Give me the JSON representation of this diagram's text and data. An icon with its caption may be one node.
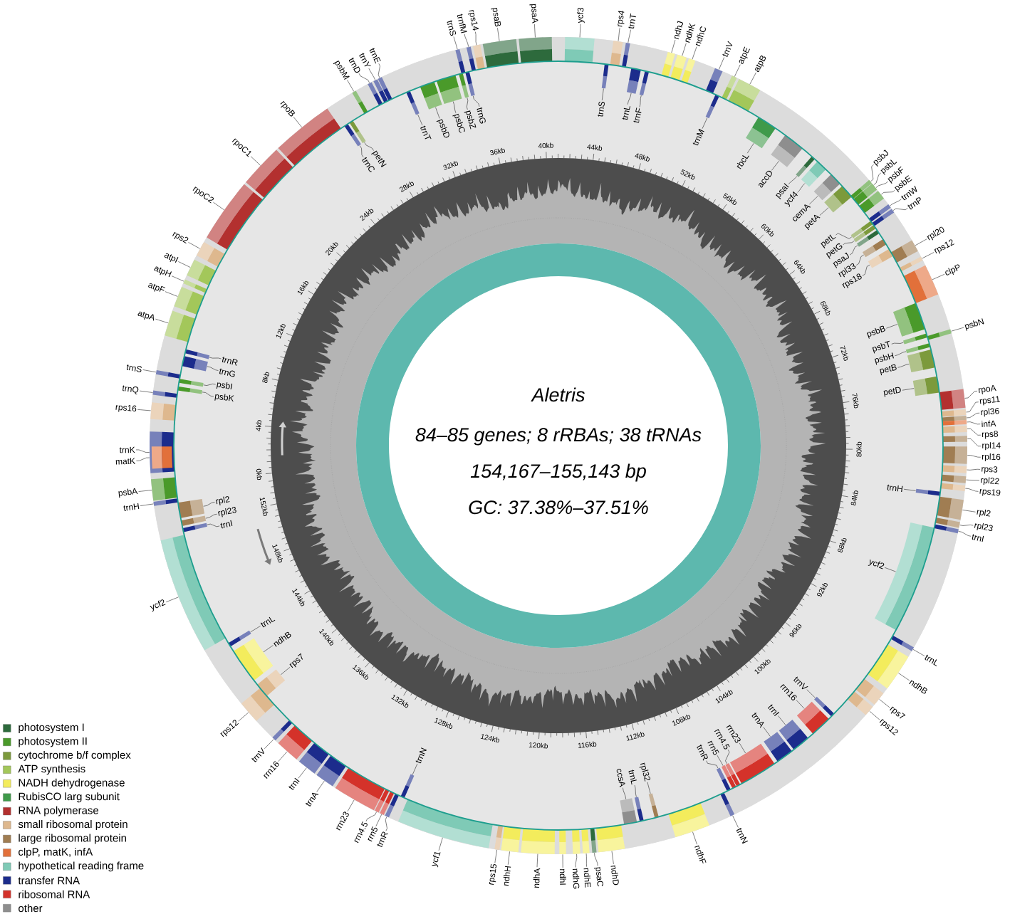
{
  "diagram": {
    "nodes": [
      {
        "text": [
          "psbA"
        ]
      },
      {
        "text": [],
        "shape": "bar"
      },
      {
        "text": [
          "trnK"
        ]
      },
      {
        "text": [],
        "shape": "bar"
      },
      {
        "text": [
          "matK"
        ]
      },
      {
        "text": [],
        "shape": "bar",
        "in": 3
      },
      {
        "text": [
          "rps16"
        ]
      },
      {
        "text": [],
        "shape": "bar"
      },
      {
        "text": [
          "trnQ"
        ]
      },
      {
        "text": [],
        "shape": "bar"
      },
      {
        "text": [
          "psbK"
        ]
      },
      {
        "text": [],
        "shape": "bar"
      },
      {
        "text": [
          "psbI"
        ]
      },
      {
        "text": [],
        "shape": "bar"
      },
      {
        "text": [
          "trnS"
        ]
      },
      {
        "text": [],
        "shape": "bar"
      },
      {
        "text": [
          "trnG"
        ]
      },
      {
        "text": [],
        "shape": "bar"
      },
      {
        "text": [
          "trnR"
        ]
      },
      {
        "text": [],
        "shape": "bar"
      },
      {
        "text": [
          "atpA"
        ]
      },
      {
        "text": [],
        "shape": "bar"
      },
      {
        "text": [
          "atpF"
        ]
      },
      {
        "text": [],
        "shape": "bar"
      },
      {
        "text": [
          "atpH"
        ]
      },
      {
        "text": [],
        "shape": "bar"
      },
      {
        "text": [
          "atpI"
        ]
      },
      {
        "text": [],
        "shape": "bar"
      },
      {
        "text": [
          "rps2"
        ]
      },
      {
        "text": [],
        "shape": "bar"
      },
      {
        "text": [
          "rpoC2"
        ]
      },
      {
        "text": [],
        "shape": "bar"
      },
      {
        "text": [
          "rpoC1"
        ]
      },
      {
        "text": [],
        "shape": "bar"
      },
      {
        "text": [
          "rpoB"
        ]
      },
      {
        "text": [],
        "shape": "bar"
      },
      {
        "text": [
          "trnC"
        ]
      },
      {
        "text": [],
        "shape": "bar"
      },
      {
        "text": [
          "petN"
        ]
      },
      {
        "text": [],
        "shape": "bar"
      },
      {
        "text": [
          "psbM"
        ]
      },
      {
        "text": [],
        "shape": "bar"
      },
      {
        "text": [
          "trnD"
        ]
      },
      {
        "text": [],
        "shape": "bar"
      },
      {
        "text": [
          "trnY"
        ]
      },
      {
        "text": [],
        "shape": "bar"
      },
      {
        "text": [
          "trnE"
        ]
      },
      {
        "text": [],
        "shape": "bar"
      },
      {
        "text": [
          "trnT"
        ]
      },
      {
        "text": [],
        "shape": "bar"
      },
      {
        "text": [
          "psbD"
        ]
      },
      {
        "text": [],
        "shape": "bar"
      },
      {
        "text": [
          "psbC"
        ]
      },
      {
        "text": [],
        "shape": "bar"
      },
      {
        "text": [
          "psbZ"
        ]
      },
      {
        "text": [],
        "shape": "bar"
      },
      {
        "text": [
          "trnS"
        ]
      },
      {
        "text": [],
        "shape": "bar"
      },
      {
        "text": [
          "trnG"
        ]
      },
      {
        "text": [],
        "shape": "bar"
      },
      {
        "text": [
          "trnfM"
        ]
      },
      {
        "text": [],
        "shape": "bar"
      },
      {
        "text": [
          "rps14"
        ]
      },
      {
        "text": [],
        "shape": "bar"
      },
      {
        "text": [
          "psaB"
        ]
      },
      {
        "text": [],
        "shape": "bar"
      },
      {
        "text": [
          "psaA"
        ]
      },
      {
        "text": [],
        "shape": "bar"
      },
      {
        "text": [
          "ycf3"
        ]
      },
      {
        "text": [],
        "shape": "bar"
      },
      {
        "text": [
          "trnS"
        ]
      },
      {
        "text": [],
        "shape": "bar"
      },
      {
        "text": [
          "rps4"
        ]
      },
      {
        "text": [],
        "shape": "bar"
      },
      {
        "text": [
          "trnT"
        ]
      },
      {
        "text": [],
        "shape": "bar"
      },
      {
        "text": [
          "trnL"
        ]
      },
      {
        "text": [],
        "shape": "bar"
      },
      {
        "text": [
          "trnF"
        ]
      },
      {
        "text": [],
        "shape": "bar"
      },
      {
        "text": [
          "ndhJ"
        ]
      },
      {
        "text": [],
        "shape": "bar"
      },
      {
        "text": [
          "ndhK"
        ]
      },
      {
        "text": [],
        "shape": "bar"
      },
      {
        "text": [
          "ndhC"
        ]
      },
      {
        "text": [],
        "shape": "bar"
      },
      {
        "text": [
          "trnV"
        ]
      },
      {
        "text": [],
        "shape": "bar"
      },
      {
        "text": [
          "trnM"
        ]
      },
      {
        "text": [],
        "shape": "bar"
      },
      {
        "text": [
          "atpE"
        ]
      },
      {
        "text": [],
        "shape": "bar"
      },
      {
        "text": [
          "atpB"
        ]
      },
      {
        "text": [],
        "shape": "bar"
      },
      {
        "text": [
          "rbcL"
        ]
      },
      {
        "text": [],
        "shape": "bar"
      },
      {
        "text": [
          "accD"
        ]
      },
      {
        "text": [],
        "shape": "bar"
      },
      {
        "text": [
          "psaI"
        ]
      },
      {
        "text": [],
        "shape": "bar"
      },
      {
        "text": [
          "ycf4"
        ]
      },
      {
        "text": [],
        "shape": "bar"
      },
      {
        "text": [
          "cemA"
        ]
      },
      {
        "text": [],
        "shape": "bar"
      },
      {
        "text": [
          "petA"
        ]
      },
      {
        "text": [],
        "shape": "bar"
      },
      {
        "text": [
          "psbJ"
        ]
      },
      {
        "text": [],
        "shape": "bar"
      },
      {
        "text": [
          "psbL"
        ]
      },
      {
        "text": [],
        "shape": "bar"
      },
      {
        "text": [
          "psbF"
        ]
      },
      {
        "text": [],
        "shape": "bar"
      },
      {
        "text": [
          "psbE"
        ]
      },
      {
        "text": [],
        "shape": "bar"
      },
      {
        "text": [
          "trnW"
        ]
      },
      {
        "text": [],
        "shape": "bar"
      },
      {
        "text": [
          "petL"
        ]
      },
      {
        "text": [],
        "shape": "bar"
      },
      {
        "text": [
          "trnP"
        ]
      },
      {
        "text": [],
        "shape": "bar"
      },
      {
        "text": [
          "petG"
        ]
      },
      {
        "text": [],
        "shape": "bar"
      },
      {
        "text": [
          "psaJ"
        ]
      },
      {
        "text": [],
        "shape": "bar"
      },
      {
        "text": [
          "rpl33"
        ]
      },
      {
        "text": [],
        "shape": "bar"
      },
      {
        "text": [
          "rps18"
        ]
      },
      {
        "text": [],
        "shape": "bar"
      },
      {
        "text": [
          "rpl20"
        ]
      },
      {
        "text": [],
        "shape": "bar"
      },
      {
        "text": [
          "rps12"
        ]
      },
      {
        "text": [],
        "shape": "bar"
      },
      {
        "text": [
          "clpP"
        ]
      },
      {
        "text": [],
        "shape": "bar"
      },
      {
        "text": [
          "psbB"
        ]
      },
      {
        "text": [],
        "shape": "bar"
      },
      {
        "text": [
          "psbT"
        ]
      },
      {
        "text": [],
        "shape": "bar"
      },
      {
        "text": [
          "psbN"
        ]
      },
      {
        "text": [],
        "shape": "bar"
      },
      {
        "text": [
          "psbH"
        ]
      },
      {
        "text": [],
        "shape": "bar"
      },
      {
        "text": [
          "petB"
        ]
      },
      {
        "text": [],
        "shape": "bar"
      },
      {
        "text": [
          "petD"
        ]
      },
      {
        "text": [],
        "shape": "bar"
      },
      {
        "text": [
          "rpoA"
        ]
      },
      {
        "text": [],
        "shape": "bar"
      },
      {
        "text": [
          "rps11"
        ]
      },
      {
        "text": [],
        "shape": "bar"
      },
      {
        "text": [
          "rpl36"
        ]
      },
      {
        "text": [],
        "shape": "bar"
      },
      {
        "text": [
          "infA"
        ]
      },
      {
        "text": [],
        "shape": "bar"
      },
      {
        "text": [
          "rps8"
        ]
      },
      {
        "text": [],
        "shape": "bar"
      },
      {
        "text": [
          "rpl14"
        ]
      },
      {
        "text": [],
        "shape": "bar"
      },
      {
        "text": [
          "rpl16"
        ]
      },
      {
        "text": [],
        "shape": "bar"
      },
      {
        "text": [
          "rps3"
        ]
      },
      {
        "text": [],
        "shape": "bar"
      },
      {
        "text": [
          "rpl22"
        ]
      },
      {
        "text": [],
        "shape": "bar"
      },
      {
        "text": [
          "rps19"
        ]
      },
      {
        "text": [],
        "shape": "bar"
      },
      {
        "text": [
          "trnH"
        ]
      },
      {
        "text": [],
        "shape": "bar"
      },
      {
        "text": [
          "rpl2"
        ]
      },
      {
        "text": [],
        "shape": "bar"
      },
      {
        "text": [
          "rpl23"
        ]
      },
      {
        "text": [],
        "shape": "bar"
      },
      {
        "text": [
          "trnI"
        ]
      },
      {
        "text": [],
        "shape": "bar"
      },
      {
        "text": [
          "ycf2"
        ]
      },
      {
        "text": [],
        "shape": "bar"
      },
      {
        "text": [
          "trnL"
        ]
      },
      {
        "text": [],
        "shape": "bar"
      },
      {
        "text": [
          "ndhB"
        ]
      },
      {
        "text": [],
        "shape": "bar"
      },
      {
        "text": [
          "rps7"
        ]
      },
      {
        "text": [],
        "shape": "bar"
      },
      {
        "text": [
          "rps12"
        ]
      },
      {
        "text": [],
        "shape": "bar"
      },
      {
        "text": [
          "trnV"
        ]
      },
      {
        "text": [],
        "shape": "bar"
      },
      {
        "text": [
          "rrn16"
        ]
      },
      {
        "text": [],
        "shape": "bar"
      },
      {
        "text": [
          "trnI"
        ]
      },
      {
        "text": [],
        "shape": "bar"
      },
      {
        "text": [
          "trnA"
        ]
      },
      {
        "text": [],
        "shape": "bar"
      },
      {
        "text": [
          "rrn23"
        ]
      },
      {
        "text": [],
        "shape": "bar"
      },
      {
        "text": [
          "rrn4.5"
        ]
      },
      {
        "text": [],
        "shape": "bar"
      },
      {
        "text": [
          "rrn5"
        ]
      },
      {
        "text": [],
        "shape": "bar"
      },
      {
        "text": [
          "trnR"
        ]
      },
      {
        "text": [],
        "shape": "bar"
      },
      {
        "text": [
          "trnN"
        ]
      },
      {
        "text": [],
        "shape": "bar"
      },
      {
        "text": [
          "ndhF"
        ]
      },
      {
        "text": [],
        "shape": "bar"
      },
      {
        "text": [
          "rpl32"
        ]
      },
      {
        "text": [],
        "shape": "bar"
      },
      {
        "text": [
          "trnL"
        ]
      },
      {
        "text": [],
        "shape": "bar"
      },
      {
        "text": [
          "ccsA"
        ]
      },
      {
        "text": [],
        "shape": "bar"
      },
      {
        "text": [
          "ndhD"
        ]
      },
      {
        "text": [],
        "shape": "bar"
      },
      {
        "text": [
          "psaC"
        ]
      },
      {
        "text": [],
        "shape": "bar"
      },
      {
        "text": [
          "ndhE"
        ]
      },
      {
        "text": [],
        "shape": "bar"
      },
      {
        "text": [
          "ndhG"
        ]
      },
      {
        "text": [],
        "shape": "bar"
      },
      {
        "text": [
          "ndhI"
        ]
      },
      {
        "text": [],
        "shape": "bar"
      },
      {
        "text": [
          "ndhA"
        ]
      },
      {
        "text": [],
        "shape": "bar"
      },
      {
        "text": [
          "ndhH"
        ]
      },
      {
        "text": [],
        "shape": "bar"
      },
      {
        "text": [
          "rps15"
        ]
      },
      {
        "text": [],
        "shape": "bar"
      },
      {
        "text": [
          "ycf1"
        ]
      },
      {
        "text": [],
        "shape": "bar"
      },
      {
        "text": [
          "trnN"
        ]
      },
      {
        "text": [],
        "shape": "bar"
      },
      {
        "text": [
          "trnR"
        ]
      },
      {
        "text": [],
        "shape": "bar"
      },
      {
        "text": [
          "rrn5"
        ]
      },
      {
        "text": [],
        "shape": "bar"
      },
      {
        "text": [
          "rrn4.5"
        ]
      },
      {
        "text": [],
        "shape": "bar"
      },
      {
        "text": [
          "rrn23"
        ]
      },
      {
        "text": [],
        "shape": "bar"
      },
      {
        "text": [
          "trnA"
        ]
      },
      {
        "text": [],
        "shape": "bar"
      },
      {
        "text": [
          "trnI"
        ]
      },
      {
        "text": [],
        "shape": "bar"
      },
      {
        "text": [
          "rrn16"
        ]
      },
      {
        "text": [],
        "shape": "bar"
      },
      {
        "text": [
          "trnV"
        ]
      },
      {
        "text": [],
        "shape": "bar"
      },
      {
        "text": [
          "rps12"
        ]
      },
      {
        "text": [],
        "shape": "bar"
      },
      {
        "text": [
          "rps7"
        ]
      },
      {
        "text": [],
        "shape": "bar"
      },
      {
        "text": [
          "ndhB"
        ]
      },
      {
        "text": [],
        "shape": "bar"
      },
      {
        "text": [
          "trnL"
        ]
      },
      {
        "text": [],
        "shape": "bar"
      },
      {
        "text": [
          "ycf2"
        ]
      },
      {
        "text": [],
        "shape": "bar"
      },
      {
        "text": [
          "trnI"
        ]
      },
      {
        "text": [],
        "shape": "bar"
      },
      {
        "text": [
          "rpl23"
        ]
      },
      {
        "text": [],
        "shape": "bar"
      },
      {
        "text": [
          "rpl2"
        ]
      },
      {
        "text": [],
        "shape": "bar"
      },
      {
        "text": [
          "trnH"
        ]
      },
      {
        "text": [],
        "shape": "bar"
      }
    ],
    "edges": [
      {
        "from": 0,
        "to": 1,
        "arrow": "none"
      },
      {
        "from": 2,
        "to": 3,
        "arrow": "none"
      },
      {
        "from": 4,
        "to": 5,
        "arrow": "none"
      },
      {
        "from": 6,
        "to": 7,
        "arrow": "none"
      },
      {
        "from": 8,
        "to": 9,
        "arrow": "none"
      },
      {
        "from": 10,
        "to": 11,
        "arrow": "none"
      },
      {
        "from": 12,
        "to": 13,
        "arrow": "none"
      },
      {
        "from": 14,
        "to": 15,
        "arrow": "none"
      },
      {
        "from": 16,
        "to": 17,
        "arrow": "none"
      },
      {
        "from": 18,
        "to": 19,
        "arrow": "none"
      },
      {
        "from": 20,
        "to": 21,
        "arrow": "none"
      },
      {
        "from": 22,
        "to": 23,
        "arrow": "none"
      },
      {
        "from": 24,
        "to": 25,
        "arrow": "none"
      },
      {
        "from": 26,
        "to": 27,
        "arrow": "none"
      },
      {
        "from": 28,
        "to": 29,
        "arrow": "none"
      },
      {
        "from": 30,
        "to": 31,
        "arrow": "none"
      },
      {
        "from": 32,
        "to": 33,
        "arrow": "none"
      },
      {
        "from": 34,
        "to": 35,
        "arrow": "none"
      },
      {
        "from": 36,
        "to": 37,
        "arrow": "none"
      },
      {
        "from": 38,
        "to": 39,
        "arrow": "none"
      },
      {
        "from": 40,
        "to": 41,
        "arrow": "none"
      },
      {
        "from": 42,
        "to": 43,
        "arrow": "none"
      },
      {
        "from": 44,
        "to": 45,
        "arrow": "none"
      },
      {
        "from": 46,
        "to": 47,
        "arrow": "none"
      },
      {
        "from": 48,
        "to": 49,
        "arrow": "none"
      },
      {
        "from": 50,
        "to": 51,
        "arrow": "none"
      },
      {
        "from": 52,
        "to": 53,
        "arrow": "none"
      },
      {
        "from": 54,
        "to": 55,
        "arrow": "none"
      },
      {
        "from": 56,
        "to": 57,
        "arrow": "none"
      },
      {
        "from": 58,
        "to": 59,
        "arrow": "none"
      },
      {
        "from": 60,
        "to": 61,
        "arrow": "none"
      },
      {
        "from": 62,
        "to": 63,
        "arrow": "none"
      },
      {
        "from": 64,
        "to": 65,
        "arrow": "none"
      },
      {
        "from": 66,
        "to": 67,
        "arrow": "none"
      },
      {
        "from": 68,
        "to": 69,
        "arrow": "none"
      },
      {
        "from": 70,
        "to": 71,
        "arrow": "none"
      },
      {
        "from": 72,
        "to": 73,
        "arrow": "none"
      },
      {
        "from": 74,
        "to": 75,
        "arrow": "none"
      },
      {
        "from": 76,
        "to": 77,
        "arrow": "none"
      },
      {
        "from": 78,
        "to": 79,
        "arrow": "none"
      },
      {
        "from": 80,
        "to": 81,
        "arrow": "none"
      },
      {
        "from": 82,
        "to": 83,
        "arrow": "none"
      },
      {
        "from": 84,
        "to": 85,
        "arrow": "none"
      },
      {
        "from": 86,
        "to": 87,
        "arrow": "none"
      },
      {
        "from": 88,
        "to": 89,
        "arrow": "none"
      },
      {
        "from": 90,
        "to": 91,
        "arrow": "none"
      },
      {
        "from": 92,
        "to": 93,
        "arrow": "none"
      },
      {
        "from": 94,
        "to": 95,
        "arrow": "none"
      },
      {
        "from": 96,
        "to": 97,
        "arrow": "none"
      },
      {
        "from": 98,
        "to": 99,
        "arrow": "none"
      },
      {
        "from": 100,
        "to": 101,
        "arrow": "none"
      },
      {
        "from": 102,
        "to": 103,
        "arrow": "none"
      },
      {
        "from": 104,
        "to": 105,
        "arrow": "none"
      },
      {
        "from": 106,
        "to": 107,
        "arrow": "none"
      },
      {
        "from": 108,
        "to": 109,
        "arrow": "none"
      },
      {
        "from": 110,
        "to": 111,
        "arrow": "none"
      },
      {
        "from": 112,
        "to": 113,
        "arrow": "none"
      },
      {
        "from": 114,
        "to": 115,
        "arrow": "none"
      },
      {
        "from": 116,
        "to": 117,
        "arrow": "none"
      },
      {
        "from": 118,
        "to": 119,
        "arrow": "none"
      },
      {
        "from": 120,
        "to": 121,
        "arrow": "none"
      },
      {
        "from": 122,
        "to": 123,
        "arrow": "none"
      },
      {
        "from": 124,
        "to": 125,
        "arrow": "none"
      },
      {
        "from": 126,
        "to": 127,
        "arrow": "none"
      },
      {
        "from": 128,
        "to": 129,
        "arrow": "none"
      },
      {
        "from": 130,
        "to": 131,
        "arrow": "none"
      },
      {
        "from": 132,
        "to": 133,
        "arrow": "none"
      },
      {
        "from": 134,
        "to": 135,
        "arrow": "none"
      },
      {
        "from": 136,
        "to": 137,
        "arrow": "none"
      },
      {
        "from": 138,
        "to": 139,
        "arrow": "none"
      },
      {
        "from": 140,
        "to": 141,
        "arrow": "none"
      },
      {
        "from": 142,
        "to": 143,
        "arrow": "none"
      },
      {
        "from": 144,
        "to": 145,
        "arrow": "none"
      },
      {
        "from": 146,
        "to": 147,
        "arrow": "none"
      },
      {
        "from": 148,
        "to": 149,
        "arrow": "none"
      },
      {
        "from": 150,
        "to": 151,
        "arrow": "none"
      },
      {
        "from": 152,
        "to": 153,
        "arrow": "none"
      },
      {
        "from": 154,
        "to": 155,
        "arrow": "none"
      },
      {
        "from": 156,
        "to": 157,
        "arrow": "none"
      },
      {
        "from": 158,
        "to": 159,
        "arrow": "none"
      },
      {
        "from": 160,
        "to": 161,
        "arrow": "none"
      },
      {
        "from": 162,
        "to": 163,
        "arrow": "none"
      },
      {
        "from": 164,
        "to": 165,
        "arrow": "none"
      },
      {
        "from": 166,
        "to": 167,
        "arrow": "none"
      },
      {
        "from": 168,
        "to": 169,
        "arrow": "none"
      },
      {
        "from": 170,
        "to": 171,
        "arrow": "none"
      },
      {
        "from": 172,
        "to": 173,
        "arrow": "none"
      },
      {
        "from": 174,
        "to": 175,
        "arrow": "none"
      },
      {
        "from": 176,
        "to": 177,
        "arrow": "none"
      },
      {
        "from": 178,
        "to": 179,
        "arrow": "none"
      },
      {
        "from": 180,
        "to": 181,
        "arrow": "none"
      },
      {
        "from": 182,
        "to": 183,
        "arrow": "none"
      },
      {
        "from": 184,
        "to": 185,
        "arrow": "none"
      },
      {
        "from": 186,
        "to": 187,
        "arrow": "none"
      },
      {
        "from": 188,
        "to": 189,
        "arrow": "none"
      },
      {
        "from": 190,
        "to": 191,
        "arrow": "none"
      },
      {
        "from": 192,
        "to": 193,
        "arrow": "none"
      },
      {
        "from": 194,
        "to": 195,
        "arrow": "none"
      },
      {
        "from": 196,
        "to": 197,
        "arrow": "none"
      },
      {
        "from": 198,
        "to": 199,
        "arrow": "none"
      },
      {
        "from": 200,
        "to": 201,
        "arrow": "none"
      },
      {
        "from": 202,
        "to": 203,
        "arrow": "none"
      },
      {
        "from": 204,
        "to": 205,
        "arrow": "none"
      },
      {
        "from": 206,
        "to": 207,
        "arrow": "none"
      },
      {
        "from": 208,
        "to": 209,
        "arrow": "none"
      },
      {
        "from": 210,
        "to": 211,
        "arrow": "none"
      },
      {
        "from": 212,
        "to": 213,
        "arrow": "none"
      },
      {
        "from": 214,
        "to": 215,
        "arrow": "none"
      },
      {
        "from": 216,
        "to": 217,
        "arrow": "none"
      },
      {
        "from": 218,
        "to": 219,
        "arrow": "none"
      },
      {
        "from": 220,
        "to": 221,
        "arrow": "none"
      },
      {
        "from": 222,
        "to": 223,
        "arrow": "none"
      },
      {
        "from": 224,
        "to": 225,
        "arrow": "none"
      },
      {
        "from": 226,
        "to": 227,
        "arrow": "none"
      },
      {
        "from": 228,
        "to": 229,
        "arrow": "none"
      },
      {
        "from": 230,
        "to": 231,
        "arrow": "none"
      },
      {
        "from": 232,
        "to": 233,
        "arrow": "none"
      },
      {
        "from": 234,
        "to": 235,
        "arrow": "none"
      },
      {
        "from": 236,
        "to": 237,
        "arrow": "none"
      },
      {
        "from": 238,
        "to": 239,
        "arrow": "none"
      },
      {
        "from": 240,
        "to": 241,
        "arrow": "none"
      },
      {
        "from": 242,
        "to": 243,
        "arrow": "none"
      },
      {
        "from": 244,
        "to": 245,
        "arrow": "none"
      },
      {
        "from": 246,
        "to": 247,
        "arrow": "none"
      },
      {
        "from": 248,
        "to": 249,
        "arrow": "none"
      },
      {
        "from": 250,
        "to": 251,
        "arrow": "none"
      },
      {
        "from": 252,
        "to": 253,
        "arrow": "none"
      },
      {
        "from": 254,
        "to": 255,
        "arrow": "none"
      },
      {
        "from": 256,
        "to": 257,
        "arrow": "none"
      },
      {
        "from": 258,
        "to": 259,
        "arrow": "none"
      },
      {
        "from": 260,
        "to": 261,
        "arrow": "none"
      },
      {
        "from": 262,
        "to": 263,
        "arrow": "none"
      }
    ],
    "labels": [
      "Aletris",
      "84–85 genes; 8 rRBAs; 38 tRNAs",
      "154,167–155,143 bp",
      "GC: 37.38%–37.51%",
      "0kb",
      "4kb",
      "8kb",
      "12kb",
      "16kb",
      "20kb",
      "24kb",
      "28kb",
      "32kb",
      "36kb",
      "40kb",
      "44kb",
      "48kb",
      "52kb",
      "56kb",
      "60kb",
      "64kb",
      "68kb",
      "72kb",
      "76kb",
      "80kb",
      "84kb",
      "88kb",
      "92kb",
      "96kb",
      "100kb",
      "104kb",
      "108kb",
      "112kb",
      "116kb",
      "120kb",
      "124kb",
      "128kb",
      "132kb",
      "136kb",
      "140kb",
      "144kb",
      "148kb",
      "152kb"
    ],
    "legend": [
      {
        "text": "photosystem I",
        "color": "#2d6a3c"
      },
      {
        "text": "photosystem II",
        "color": "#4a9a2a"
      },
      {
        "text": "cytochrome b/f complex",
        "color": "#7c9a3c"
      },
      {
        "text": "ATP synthesis",
        "color": "#a3c75a"
      },
      {
        "text": "NADH dehydrogenase",
        "color": "#f3ec5c"
      },
      {
        "text": "RubisCO larg subunit",
        "color": "#3f9a4a"
      },
      {
        "text": "RNA polymerase",
        "color": "#b3302f"
      },
      {
        "text": "small ribosomal protein",
        "color": "#deb88e"
      },
      {
        "text": "large ribosomal protein",
        "color": "#a07d52"
      },
      {
        "text": "clpP, matK, infA",
        "color": "#e2703a"
      },
      {
        "text": "hypothetical reading frame",
        "color": "#7fcab6"
      },
      {
        "text": "transfer RNA",
        "color": "#1c2c8c"
      },
      {
        "text": "ribosomal RNA",
        "color": "#d4322a"
      },
      {
        "text": "other",
        "color": "#8e8e8e"
      }
    ]
  }
}
